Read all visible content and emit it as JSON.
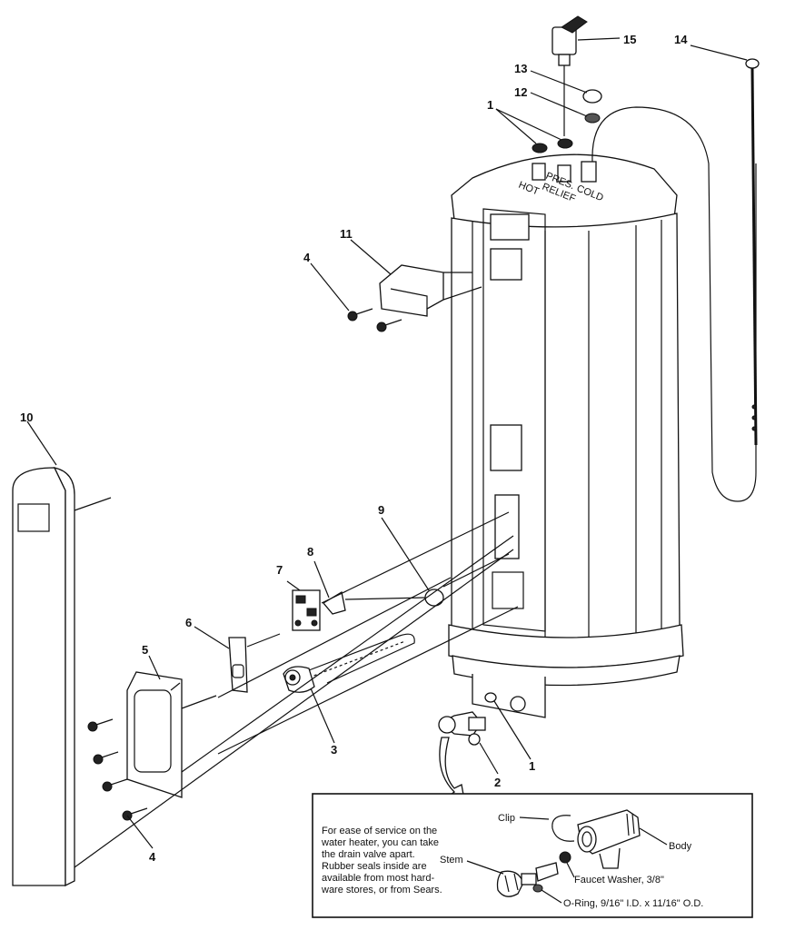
{
  "callouts": {
    "n1_top": "1",
    "n1_bottom": "1",
    "n2": "2",
    "n3": "3",
    "n4_top": "4",
    "n4_bottom": "4",
    "n5": "5",
    "n6": "6",
    "n7": "7",
    "n8": "8",
    "n9": "9",
    "n10": "10",
    "n11": "11",
    "n12": "12",
    "n13": "13",
    "n14": "14",
    "n15": "15"
  },
  "fittings": {
    "hot": "HOT",
    "relief": "RELIEF",
    "relief_prefix": "PRES.",
    "cold": "COLD"
  },
  "inset": {
    "note_lines": [
      "For ease of service on the",
      "water heater, you can take",
      "the drain valve apart.",
      "Rubber seals inside are",
      "available from most hard-",
      "ware stores, or from Sears."
    ],
    "clip": "Clip",
    "body": "Body",
    "stem": "Stem",
    "faucet_washer": "Faucet Washer, 3/8\"",
    "o_ring": "O-Ring, 9/16\" I.D. x 11/16\" O.D."
  }
}
